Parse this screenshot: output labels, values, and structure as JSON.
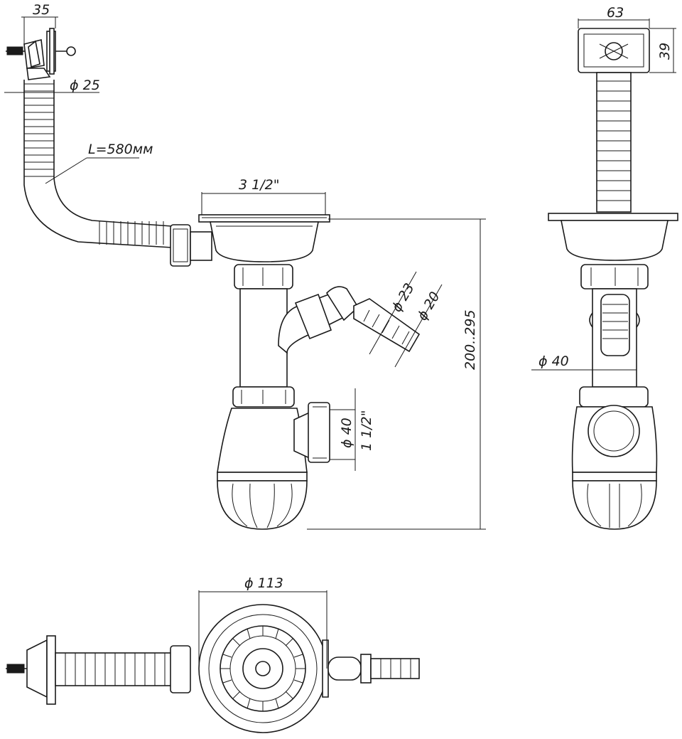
{
  "drawing": {
    "dimensions": {
      "inlet_width": "35",
      "hose_diameter": "ϕ 25",
      "hose_length": "L=580мм",
      "strainer_thread": "3 1/2\"",
      "height_range": "200..295",
      "nozzle_outer_diameter": "ϕ 23",
      "nozzle_inner_diameter": "ϕ 20",
      "outlet_diameter": "ϕ 40",
      "outlet_thread": "1 1/2\"",
      "overflow_width": "63",
      "overflow_height": "39",
      "standpipe_diameter": "ϕ 40",
      "bowl_diameter": "ϕ 113"
    }
  }
}
